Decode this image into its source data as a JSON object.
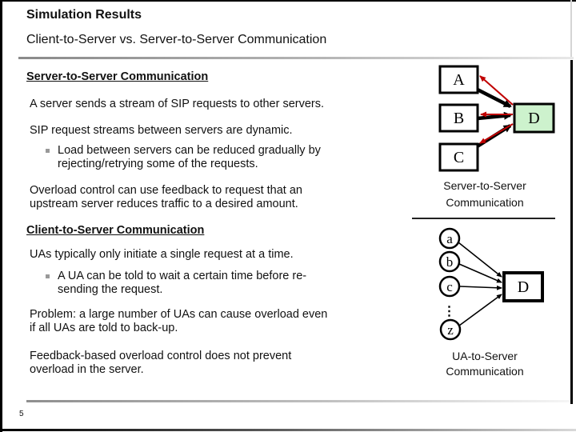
{
  "header": {
    "title": "Simulation Results",
    "subtitle": "Client-to-Server vs. Server-to-Server Communication"
  },
  "body": {
    "s1_heading": "Server-to-Server Communication",
    "s1_p1": [
      "A server sends a stream of SIP requests to other servers."
    ],
    "s1_p2": [
      "SIP request streams between servers are dynamic."
    ],
    "s1_b1": [
      "Load between servers can be reduced gradually by",
      "rejecting/retrying some of the requests."
    ],
    "s1_p3": [
      "Overload control can use feedback to request that an",
      "upstream server reduces traffic to a desired amount."
    ],
    "s2_heading": "Client-to-Server Communication",
    "s2_p1": [
      "UAs typically only initiate a single request at a time."
    ],
    "s2_b1": [
      "A UA can be told to wait a certain time before re-",
      "sending the request."
    ],
    "s2_p2": [
      "Problem: a large number of UAs can cause overload even",
      "if all UAs are told to back-up."
    ],
    "s2_p3": [
      "Feedback-based overload control does not prevent",
      "overload in the server."
    ]
  },
  "diagram_top": {
    "nodes": [
      "A",
      "B",
      "C"
    ],
    "target": "D",
    "caption": [
      "Server-to-Server",
      "Communication"
    ]
  },
  "diagram_bottom": {
    "nodes": [
      "a",
      "b",
      "c"
    ],
    "ellipsis": "⋮",
    "last_node": "z",
    "target": "D",
    "caption": [
      "UA-to-Server",
      "Communication"
    ]
  },
  "footer": {
    "page_number": "5"
  },
  "theme": {
    "green": "#cdf2cd",
    "red": "#c00000"
  }
}
